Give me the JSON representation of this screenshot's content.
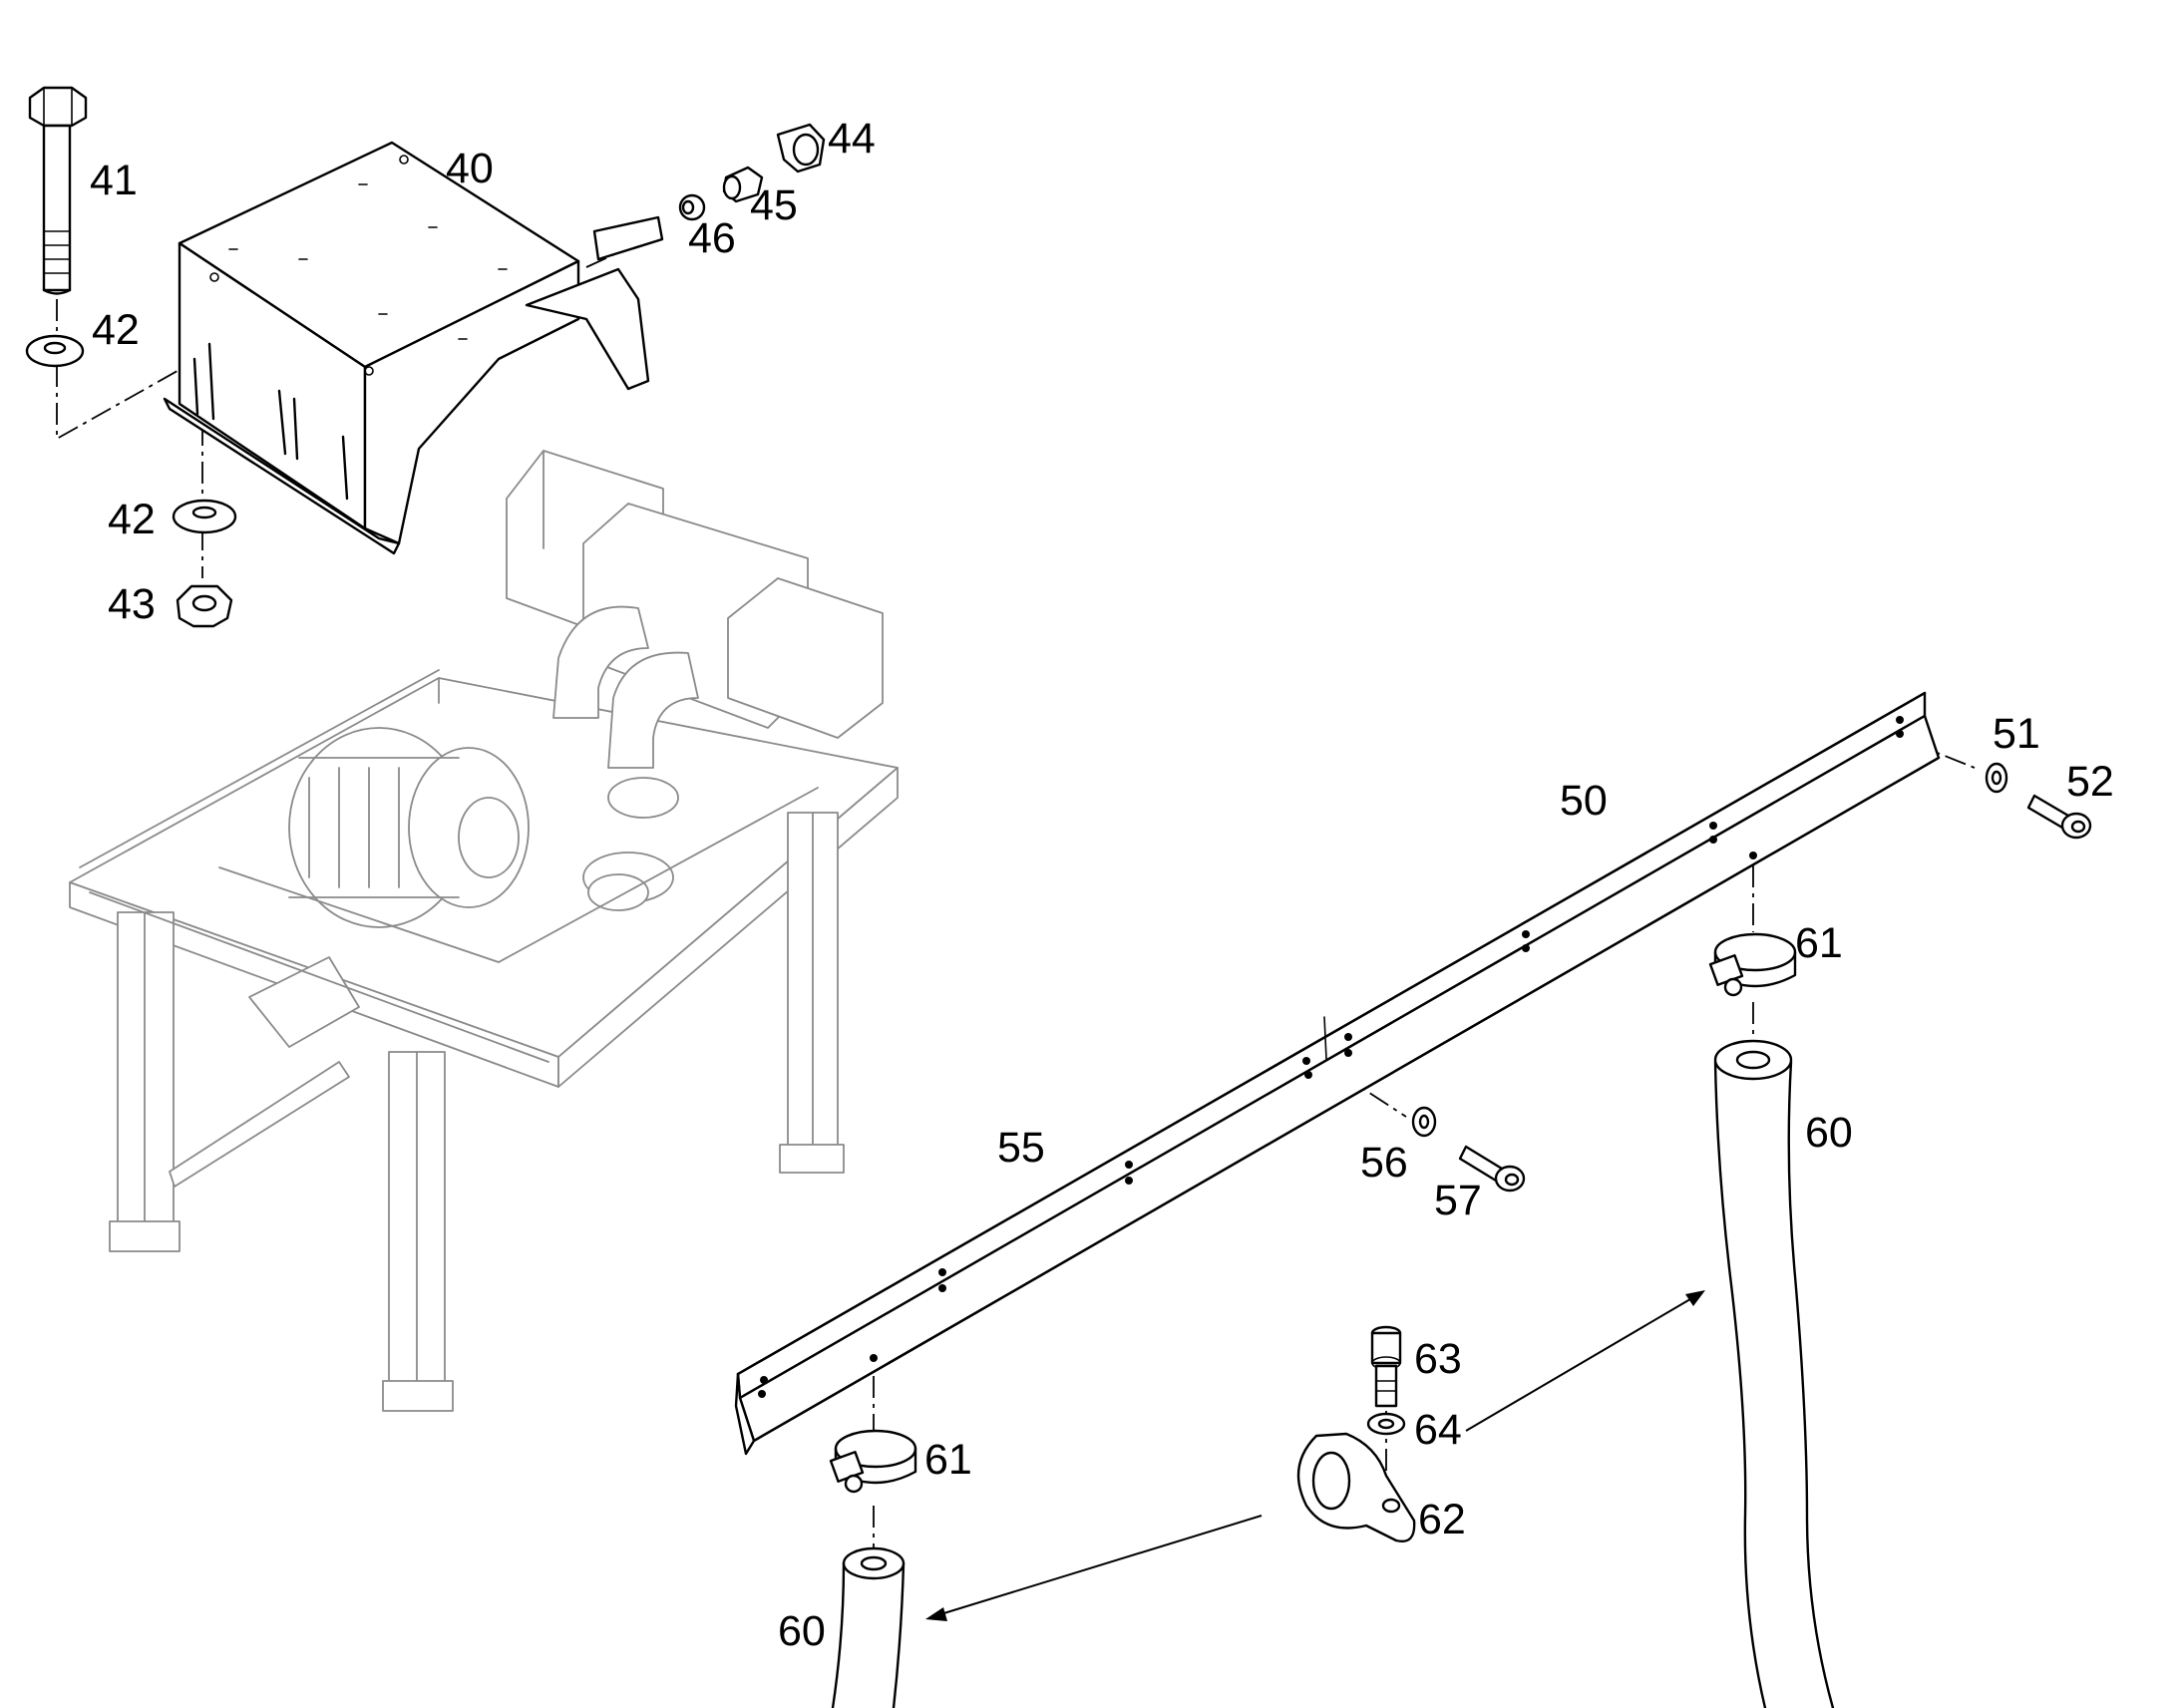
{
  "callouts": [
    {
      "id": "41",
      "text": "41"
    },
    {
      "id": "40",
      "text": "40"
    },
    {
      "id": "44",
      "text": "44"
    },
    {
      "id": "45",
      "text": "45"
    },
    {
      "id": "46",
      "text": "46"
    },
    {
      "id": "42a",
      "text": "42"
    },
    {
      "id": "42b",
      "text": "42"
    },
    {
      "id": "43",
      "text": "43"
    },
    {
      "id": "51",
      "text": "51"
    },
    {
      "id": "52",
      "text": "52"
    },
    {
      "id": "50",
      "text": "50"
    },
    {
      "id": "61a",
      "text": "61"
    },
    {
      "id": "60a",
      "text": "60"
    },
    {
      "id": "55",
      "text": "55"
    },
    {
      "id": "56",
      "text": "56"
    },
    {
      "id": "57",
      "text": "57"
    },
    {
      "id": "63",
      "text": "63"
    },
    {
      "id": "64",
      "text": "64"
    },
    {
      "id": "62",
      "text": "62"
    },
    {
      "id": "61b",
      "text": "61"
    },
    {
      "id": "60b",
      "text": "60"
    }
  ]
}
